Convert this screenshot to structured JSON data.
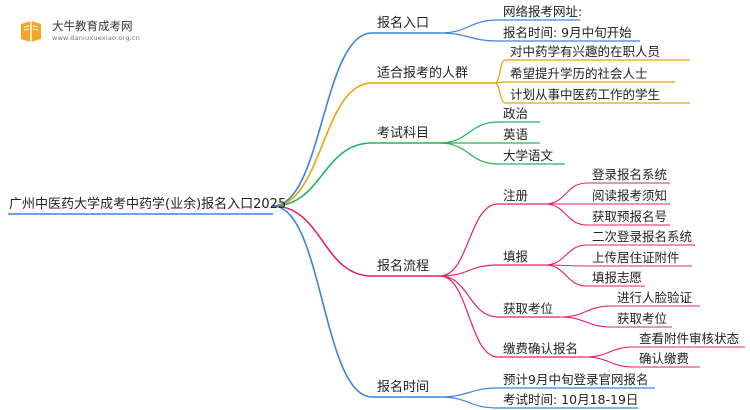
{
  "logo": {
    "name": "大牛教育成考网",
    "url": "www.daniuxuexiao.org.cn"
  },
  "root": "广州中医药大学成考中药学(业余)报名入口2025",
  "branches": [
    {
      "label": "报名入口",
      "color": "#3b82e0",
      "children": [
        {
          "label": "网络报考网址:"
        },
        {
          "label": "报名时间: 9月中旬开始"
        }
      ]
    },
    {
      "label": "适合报考的人群",
      "color": "#f0a000",
      "children": [
        {
          "label": "对中药学有兴趣的在职人员"
        },
        {
          "label": "希望提升学历的社会人士"
        },
        {
          "label": "计划从事中医药工作的学生"
        }
      ]
    },
    {
      "label": "考试科目",
      "color": "#22b35b",
      "children": [
        {
          "label": "政治"
        },
        {
          "label": "英语"
        },
        {
          "label": "大学语文"
        }
      ]
    },
    {
      "label": "报名流程",
      "color": "#e8206a",
      "children": [
        {
          "label": "注册",
          "children": [
            {
              "label": "登录报名系统"
            },
            {
              "label": "阅读报考须知"
            },
            {
              "label": "获取预报名号"
            }
          ]
        },
        {
          "label": "填报",
          "children": [
            {
              "label": "二次登录报名系统"
            },
            {
              "label": "上传居住证附件"
            },
            {
              "label": "填报志愿"
            }
          ]
        },
        {
          "label": "获取考位",
          "children": [
            {
              "label": "进行人脸验证"
            },
            {
              "label": "获取考位"
            }
          ]
        },
        {
          "label": "缴费确认报名",
          "children": [
            {
              "label": "查看附件审核状态"
            },
            {
              "label": "确认缴费"
            }
          ]
        }
      ]
    },
    {
      "label": "报名时间",
      "color": "#3b82e0",
      "children": [
        {
          "label": "预计9月中旬登录官网报名"
        },
        {
          "label": "考试时间: 10月18-19日"
        }
      ]
    }
  ]
}
